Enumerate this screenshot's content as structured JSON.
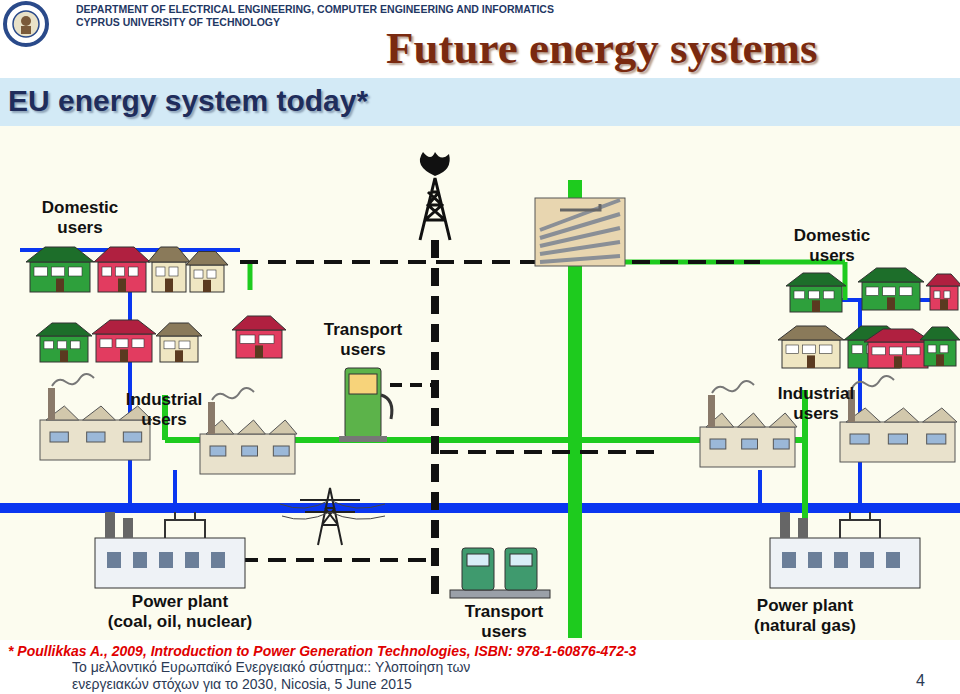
{
  "diagram": {
    "title": "Future energy systems",
    "nodes": [
      {
        "text": [
          "Domestic users"
        ]
      },
      {
        "text": [
          "Domestic users"
        ]
      },
      {
        "text": [
          "Transport users"
        ]
      },
      {
        "text": [
          "Industrial users"
        ]
      },
      {
        "text": [
          "Industrial users"
        ]
      },
      {
        "text": [
          "Power plant",
          "(coal, oil, nuclear)"
        ]
      },
      {
        "text": [
          "Transport users"
        ]
      },
      {
        "text": [
          "Power plant",
          "(natural gas)"
        ]
      }
    ],
    "labels": [
      "DEPARTMENT OF ELECTRICAL ENGINEERING, COMPUTER ENGINEERING AND INFORMATICS",
      "CYPRUS UNIVERSITY OF TECHNOLOGY",
      "EU energy system today*",
      "* Poullikkas A., 2009, Introduction to Power Generation Technologies, ISBN: 978-1-60876-472-3",
      "Το μελλοντικό Ευρωπαϊκό Ενεργειακό σύστημα:: Υλοποίηση των ενεργειακών στόχων για το 2030, Nicosia, 5 June 2015",
      "4"
    ]
  }
}
